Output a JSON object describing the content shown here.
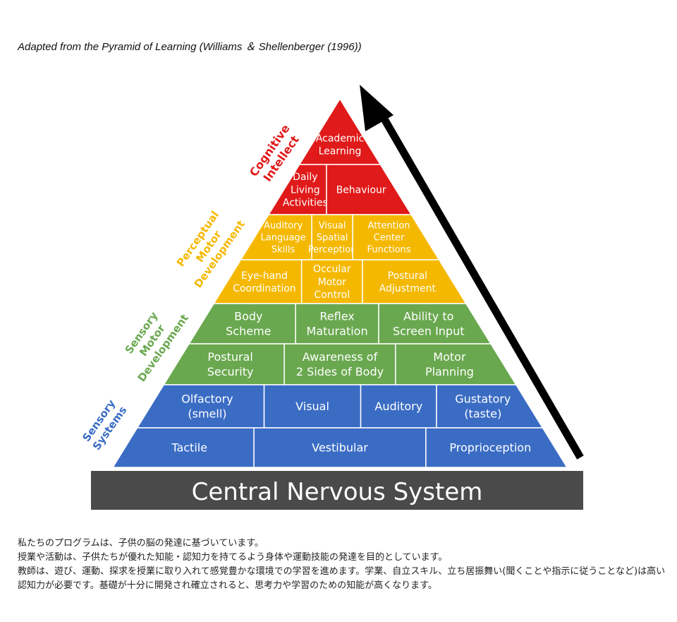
{
  "caption": "Adapted from the Pyramid of Learning (Williams ＆ Shellenberger (1996))",
  "colors": {
    "cognitive": "#e01a1a",
    "perceptual": "#f5b800",
    "sensory_motor": "#6aa84f",
    "sensory": "#3a6cc4",
    "base": "#4a4a4a",
    "arrow": "#000000"
  },
  "base_label": "Central Nervous System",
  "side_labels": {
    "cognitive": [
      "Cognitive",
      "Intellect"
    ],
    "perceptual": [
      "Perceptual",
      "Motor",
      "Development"
    ],
    "sensory_motor": [
      "Sensory",
      "Motor",
      "Development"
    ],
    "sensory": [
      "Sensory",
      "Systems"
    ]
  },
  "cells": {
    "academic": [
      "Academic",
      "Learning"
    ],
    "daily": [
      "Daily",
      "Living",
      "Activities"
    ],
    "behaviour": [
      "Behaviour"
    ],
    "auditory_lang": [
      "Auditory",
      "Language",
      "Skills"
    ],
    "visual_spatial": [
      "Visual",
      "Spatial",
      "Perception"
    ],
    "attention": [
      "Attention",
      "Center",
      "Functions"
    ],
    "eye_hand": [
      "Eye-hand",
      "Coordination"
    ],
    "occular": [
      "Occular",
      "Motor",
      "Control"
    ],
    "postural_adj": [
      "Postural",
      "Adjustment"
    ],
    "body_scheme": [
      "Body",
      "Scheme"
    ],
    "reflex": [
      "Reflex",
      "Maturation"
    ],
    "ability": [
      "Ability to",
      "Screen Input"
    ],
    "postural_sec": [
      "Postural",
      "Security"
    ],
    "awareness": [
      "Awareness of",
      "2 Sides of Body"
    ],
    "motor_planning": [
      "Motor",
      "Planning"
    ],
    "olfactory": [
      "Olfactory",
      "(smell)"
    ],
    "visual": [
      "Visual"
    ],
    "auditory": [
      "Auditory"
    ],
    "gustatory": [
      "Gustatory",
      "(taste)"
    ],
    "tactile": [
      "Tactile"
    ],
    "vestibular": [
      "Vestibular"
    ],
    "proprioception": [
      "Proprioception"
    ]
  },
  "description": [
    "私たちのプログラムは、子供の脳の発達に基づいています。",
    "授業や活動は、子供たちが優れた知能・認知力を持てるよう身体や運動技能の発達を目的としています。",
    "教師は、遊び、運動、探求を授業に取り入れて感覚豊かな環境での学習を進めます。学業、自立スキル、立ち居振舞い(聞くことや指示に従うことなど)は高い認知力が必要です。基礎が十分に開発され確立されると、思考力や学習のための知能が高くなります。"
  ]
}
